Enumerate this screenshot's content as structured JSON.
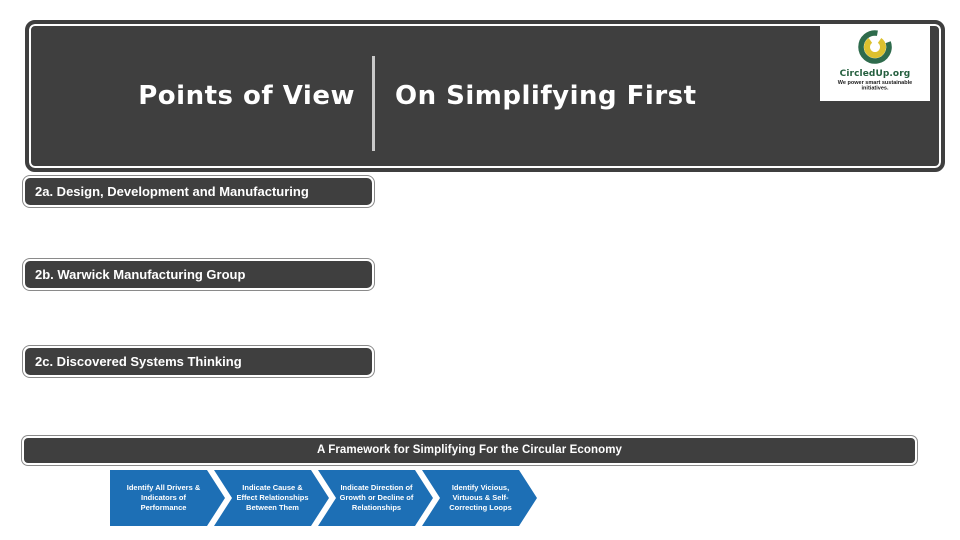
{
  "header": {
    "pretitle": "Points of View",
    "title": "On Simplifying First"
  },
  "logo": {
    "icon": "circled-up-ring-icon",
    "name": "CircledUp.org",
    "tagline": "We power smart sustainable initiatives."
  },
  "sections": [
    {
      "label": "2a. Design, Development and Manufacturing"
    },
    {
      "label": "2b. Warwick Manufacturing Group"
    },
    {
      "label": "2c. Discovered Systems Thinking"
    }
  ],
  "framework": {
    "title": "A Framework for Simplifying For the Circular Economy",
    "steps": [
      {
        "label": "Identify All Drivers & Indicators of Performance"
      },
      {
        "label": "Indicate Cause & Effect Relationships Between Them"
      },
      {
        "label": "Indicate Direction of Growth or Decline of Relationships"
      },
      {
        "label": "Identify Vicious, Virtuous & Self-Correcting Loops"
      }
    ]
  },
  "colors": {
    "box_dark": "#3F3F3F",
    "title_text": "#FFFFFF",
    "divider_gray": "#C9C9C9",
    "chevron_blue": "#1D6FB5",
    "logo_green": "#2E6B4C",
    "logo_yellow": "#DCC12F",
    "logo_text_green": "#25603F"
  }
}
